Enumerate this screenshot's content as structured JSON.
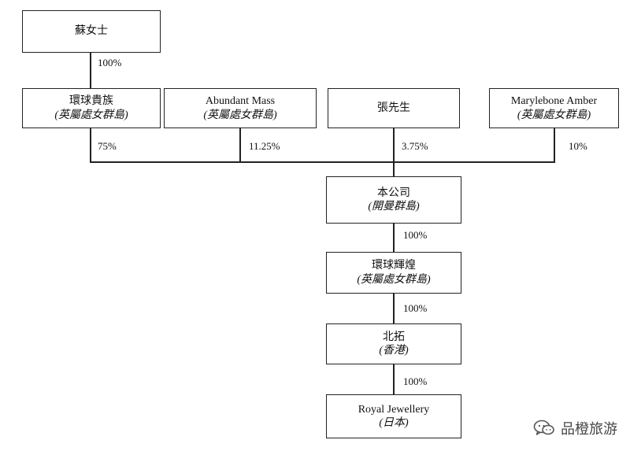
{
  "nodes": {
    "owner": {
      "name": "蘇女士",
      "juris": ""
    },
    "global_noble": {
      "name": "環球貴族",
      "juris": "(英屬處女群島)"
    },
    "abundant_mass": {
      "name": "Abundant Mass",
      "juris": "(英屬處女群島)"
    },
    "mr_zhang": {
      "name": "張先生",
      "juris": ""
    },
    "marylebone": {
      "name": "Marylebone Amber",
      "juris": "(英屬處女群島)"
    },
    "company": {
      "name": "本公司",
      "juris": "(開曼群島)"
    },
    "global_brilliance": {
      "name": "環球輝煌",
      "juris": "(英屬處女群島)"
    },
    "beituo": {
      "name": "北拓",
      "juris": "(香港)"
    },
    "royal_jewellery": {
      "name": "Royal Jewellery",
      "juris": "(日本)"
    }
  },
  "edges": {
    "owner_to_global_noble": "100%",
    "global_noble_to_company": "75%",
    "abundant_mass_to_company": "11.25%",
    "mr_zhang_to_company": "3.75%",
    "marylebone_to_company": "10%",
    "company_to_global_brilliance": "100%",
    "global_brilliance_to_beituo": "100%",
    "beituo_to_royal_jewellery": "100%"
  },
  "watermark": {
    "text": "品橙旅游",
    "icon": "wechat-icon"
  }
}
